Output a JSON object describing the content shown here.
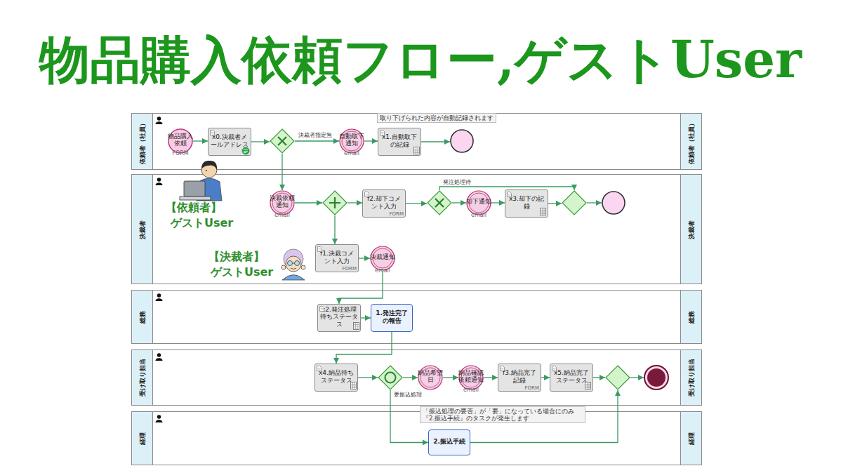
{
  "diagram": {
    "title": "物品購入依頼フロー,ゲストUser",
    "nodes": [
      {
        "text": [
          "依頼者（社員）",
          "依頼者（社員）"
        ]
      },
      {
        "text": [
          "物品購入依頼",
          "FORM"
        ],
        "in": 0
      },
      {
        "text": [
          "x0.決裁者メールアドレス"
        ],
        "in": 0
      },
      {
        "text": [],
        "in": 0
      },
      {
        "text": [
          "自動取下通知",
          "email"
        ],
        "in": 0
      },
      {
        "text": [
          "x1.自動取下の記録"
        ],
        "in": 0
      },
      {
        "text": [],
        "in": 0
      },
      {
        "text": [
          "決裁者",
          "決裁者"
        ]
      },
      {
        "text": [
          "決裁依頼通知",
          "email"
        ],
        "in": 7
      },
      {
        "text": [],
        "in": 7
      },
      {
        "text": [
          "f2.却下コメント入力",
          "FORM"
        ],
        "in": 7
      },
      {
        "text": [],
        "in": 7
      },
      {
        "text": [
          "却下通知",
          "email"
        ],
        "in": 7
      },
      {
        "text": [
          "x3.却下の記録"
        ],
        "in": 7
      },
      {
        "text": [],
        "in": 7
      },
      {
        "text": [],
        "in": 7
      },
      {
        "text": [
          "f1.決裁コメント入力",
          "FORM"
        ],
        "in": 7
      },
      {
        "text": [
          "決裁通知",
          "email"
        ],
        "in": 7
      },
      {
        "text": [
          "総務",
          "総務"
        ]
      },
      {
        "text": [
          "x2.発注処理待ちステータス"
        ],
        "in": 18
      },
      {
        "text": [
          "1.発注完了の報告"
        ],
        "in": 18
      },
      {
        "text": [
          "受け取り担当",
          "受け取り担当"
        ]
      },
      {
        "text": [
          "x4.納品待ちステータス"
        ],
        "in": 21
      },
      {
        "text": [],
        "in": 21
      },
      {
        "text": [
          "納品希望日"
        ],
        "in": 21
      },
      {
        "text": [
          "納品確認依頼通知",
          "email"
        ],
        "in": 21
      },
      {
        "text": [
          "f3.納品完了記録",
          "FORM"
        ],
        "in": 21
      },
      {
        "text": [
          "x5.納品完了ステータス"
        ],
        "in": 21
      },
      {
        "text": [],
        "in": 21
      },
      {
        "text": [],
        "in": 21
      },
      {
        "text": [
          "経理",
          "経理"
        ]
      },
      {
        "text": [
          "2.振込手続"
        ],
        "in": 30
      }
    ],
    "edges": [
      {
        "from": 1,
        "to": 2,
        "arrow": "to"
      },
      {
        "from": 2,
        "to": 3,
        "arrow": "to"
      },
      {
        "from": 3,
        "to": 4,
        "label": "決裁者指定無",
        "arrow": "to"
      },
      {
        "from": 4,
        "to": 5,
        "arrow": "to"
      },
      {
        "from": 5,
        "to": 6,
        "arrow": "to"
      },
      {
        "from": 3,
        "to": 8,
        "arrow": "to"
      },
      {
        "from": 8,
        "to": 9,
        "arrow": "to"
      },
      {
        "from": 9,
        "to": 10,
        "arrow": "to"
      },
      {
        "from": 9,
        "to": 16,
        "arrow": "to"
      },
      {
        "from": 10,
        "to": 11,
        "arrow": "to"
      },
      {
        "from": 11,
        "to": 12,
        "arrow": "to"
      },
      {
        "from": 12,
        "to": 13,
        "arrow": "to"
      },
      {
        "from": 13,
        "to": 14,
        "arrow": "to"
      },
      {
        "from": 11,
        "to": 14,
        "label": "発注処理待",
        "arrow": "to"
      },
      {
        "from": 14,
        "to": 15,
        "arrow": "to"
      },
      {
        "from": 16,
        "to": 17,
        "arrow": "to"
      },
      {
        "from": 17,
        "to": 19,
        "arrow": "to"
      },
      {
        "from": 19,
        "to": 20,
        "arrow": "to"
      },
      {
        "from": 20,
        "to": 22,
        "arrow": "to"
      },
      {
        "from": 22,
        "to": 23,
        "arrow": "to"
      },
      {
        "from": 23,
        "to": 24,
        "arrow": "to"
      },
      {
        "from": 24,
        "to": 25,
        "arrow": "to"
      },
      {
        "from": 25,
        "to": 26,
        "arrow": "to"
      },
      {
        "from": 26,
        "to": 27,
        "arrow": "to"
      },
      {
        "from": 27,
        "to": 28,
        "arrow": "to"
      },
      {
        "from": 28,
        "to": 29,
        "arrow": "to"
      },
      {
        "from": 23,
        "to": 31,
        "label": "要振込処理",
        "arrow": "to"
      },
      {
        "from": 31,
        "to": 28,
        "arrow": "to"
      }
    ],
    "labels": [
      "取り下げられた内容が自動記録されます",
      "【依頼者】",
      "ゲストUser",
      "【決裁者】",
      "ゲストUser",
      "「振込処理の要否」が「要」になっている場合にのみ 『2.振込手続』のタスクが発生します"
    ]
  }
}
